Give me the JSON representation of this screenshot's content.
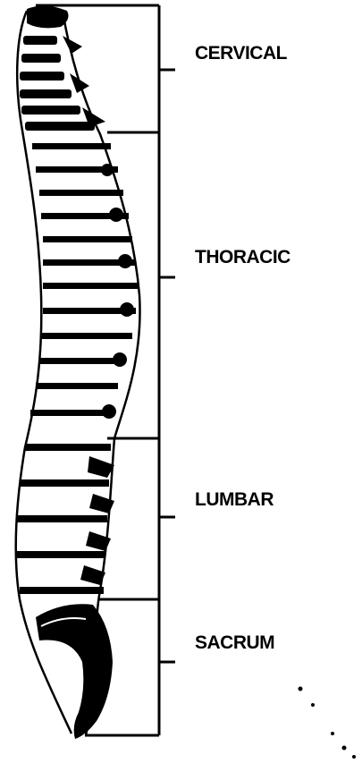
{
  "diagram": {
    "regions": [
      {
        "key": "cervical",
        "label": "CERVICAL"
      },
      {
        "key": "thoracic",
        "label": "THORACIC"
      },
      {
        "key": "lumbar",
        "label": "LUMBAR"
      },
      {
        "key": "sacrum",
        "label": "SACRUM"
      }
    ],
    "colors": {
      "ink": "#000000",
      "paper": "#ffffff"
    }
  }
}
